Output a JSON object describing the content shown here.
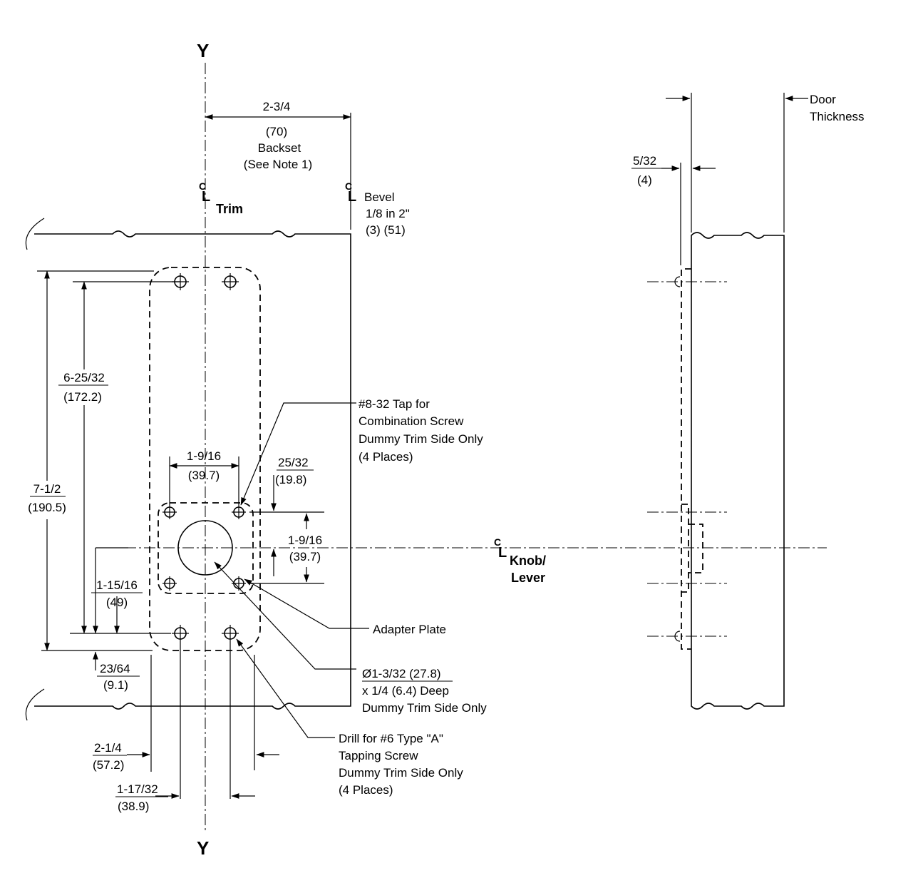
{
  "axes": {
    "y_top": "Y",
    "y_bottom": "Y"
  },
  "centerlines": {
    "cl_symbol": "C",
    "cl_sub": "L",
    "trim": "Trim",
    "bevel": "Bevel",
    "bevel_value": "1/8 in 2\"",
    "bevel_metric": "(3) (51)",
    "knob_line1": "Knob/",
    "knob_line2": "Lever"
  },
  "backset": {
    "value": "2-3/4",
    "metric": "(70)",
    "label": "Backset",
    "note": "(See Note 1)"
  },
  "door_thickness": {
    "line1": "Door",
    "line2": "Thickness"
  },
  "side_offset": {
    "value": "5/32",
    "metric": "(4)"
  },
  "dimensions": {
    "d_6_25_32": {
      "value": "6-25/32",
      "metric": "(172.2)"
    },
    "d_7_1_2": {
      "value": "7-1/2",
      "metric": "(190.5)"
    },
    "d_1_15_16": {
      "value": "1-15/16",
      "metric": "(49)"
    },
    "d_23_64": {
      "value": "23/64",
      "metric": "(9.1)"
    },
    "d_1_9_16_h": {
      "value": "1-9/16",
      "metric": "(39.7)"
    },
    "d_25_32": {
      "value": "25/32",
      "metric": "(19.8)"
    },
    "d_1_9_16_v": {
      "value": "1-9/16",
      "metric": "(39.7)"
    },
    "d_2_1_4": {
      "value": "2-1/4",
      "metric": "(57.2)"
    },
    "d_1_17_32": {
      "value": "1-17/32",
      "metric": "(38.9)"
    }
  },
  "callouts": {
    "tap": [
      "#8-32 Tap for",
      "Combination Screw",
      "Dummy Trim Side Only",
      "(4 Places)"
    ],
    "adapter": "Adapter Plate",
    "bore": [
      "Ø1-3/32 (27.8)",
      "x 1/4 (6.4) Deep",
      "Dummy Trim Side Only"
    ],
    "drill": [
      "Drill for #6 Type \"A\"",
      "Tapping Screw",
      "Dummy Trim Side Only",
      "(4 Places)"
    ]
  }
}
